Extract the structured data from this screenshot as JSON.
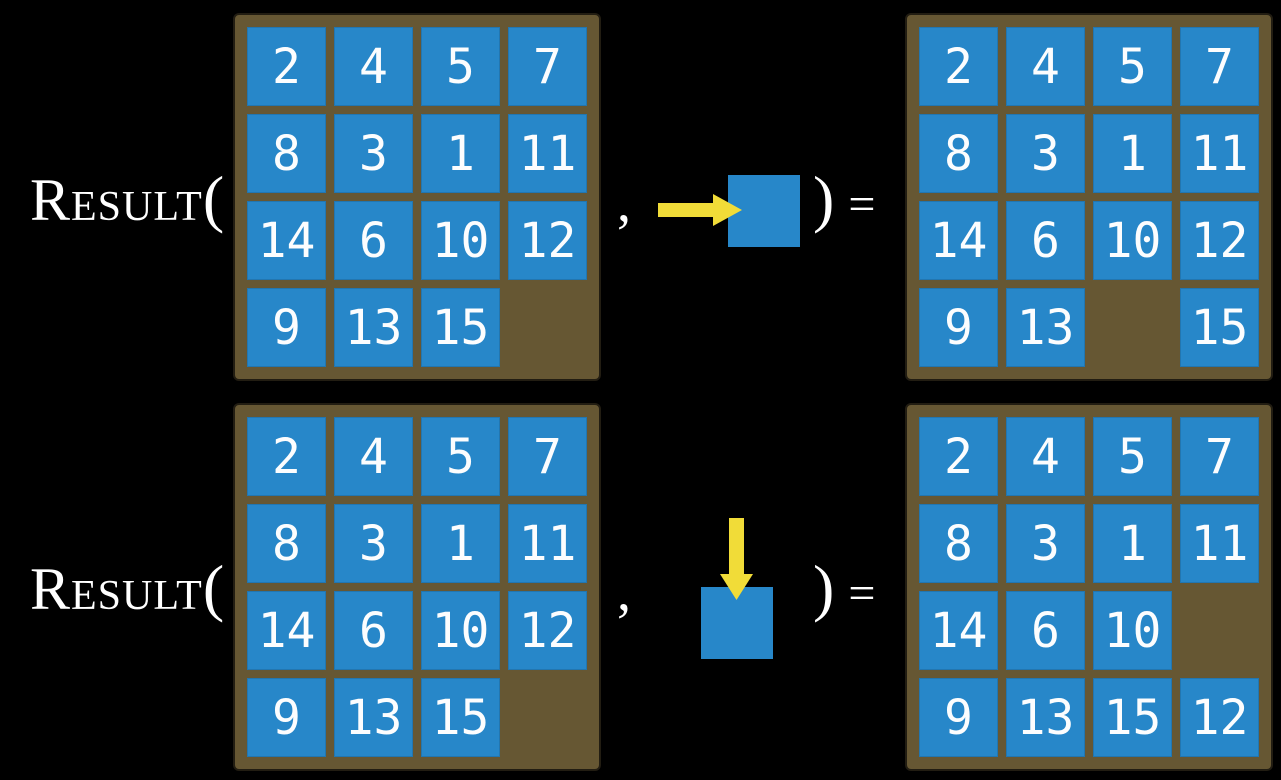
{
  "palette": {
    "background": "#000000",
    "tile_blue": "#2787c9",
    "frame_brown": "#665733",
    "frame_edge": "#221d12",
    "arrow_yellow": "#f1dc38",
    "number_white": "#fcfdfe",
    "text_white": "#ffffff"
  },
  "equations": [
    {
      "function_name": "Result",
      "open_paren": "(",
      "comma": ",",
      "close_paren": ")",
      "equals": "=",
      "action": "slide-tile-right",
      "input_board": [
        [
          "2",
          "4",
          "5",
          "7"
        ],
        [
          "8",
          "3",
          "1",
          "11"
        ],
        [
          "14",
          "6",
          "10",
          "12"
        ],
        [
          "9",
          "13",
          "15",
          ""
        ]
      ],
      "output_board": [
        [
          "2",
          "4",
          "5",
          "7"
        ],
        [
          "8",
          "3",
          "1",
          "11"
        ],
        [
          "14",
          "6",
          "10",
          "12"
        ],
        [
          "9",
          "13",
          "",
          "15"
        ]
      ]
    },
    {
      "function_name": "Result",
      "open_paren": "(",
      "comma": ",",
      "close_paren": ")",
      "equals": "=",
      "action": "slide-tile-down",
      "input_board": [
        [
          "2",
          "4",
          "5",
          "7"
        ],
        [
          "8",
          "3",
          "1",
          "11"
        ],
        [
          "14",
          "6",
          "10",
          "12"
        ],
        [
          "9",
          "13",
          "15",
          ""
        ]
      ],
      "output_board": [
        [
          "2",
          "4",
          "5",
          "7"
        ],
        [
          "8",
          "3",
          "1",
          "11"
        ],
        [
          "14",
          "6",
          "10",
          ""
        ],
        [
          "9",
          "13",
          "15",
          "12"
        ]
      ]
    }
  ]
}
